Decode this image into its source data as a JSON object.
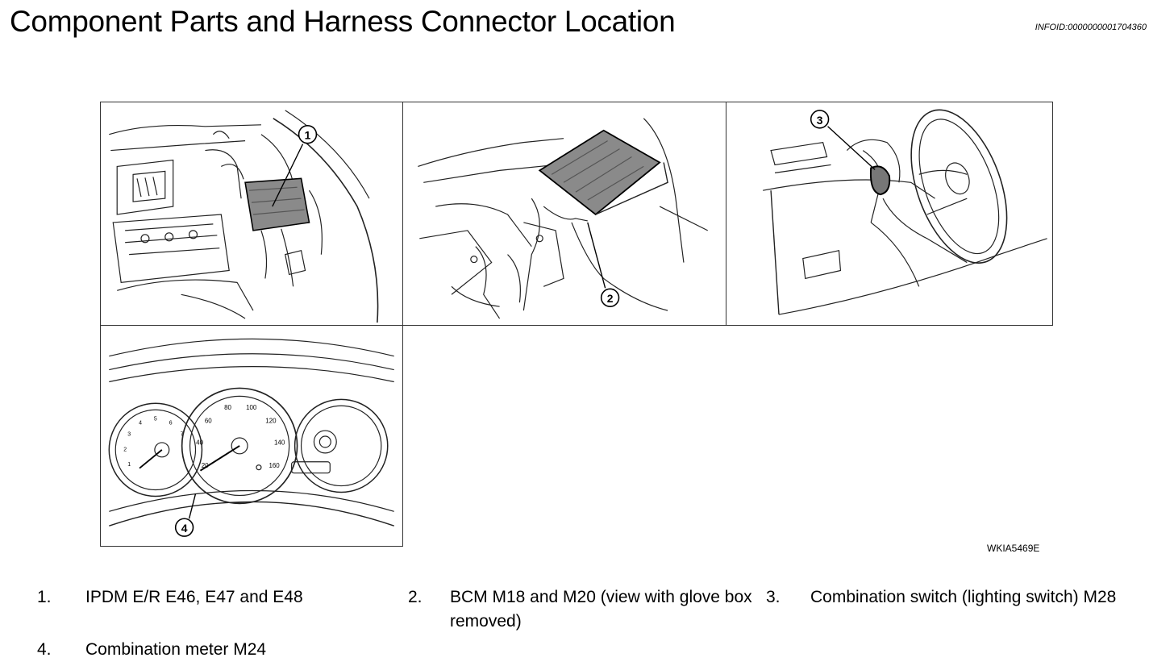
{
  "header": {
    "title": "Component Parts and Harness Connector Location",
    "info_id": "INFOID:0000000001704360"
  },
  "figure": {
    "code": "WKIA5469E",
    "callouts": [
      "1",
      "2",
      "3",
      "4"
    ]
  },
  "legend": [
    {
      "num": "1.",
      "text": "IPDM E/R E46, E47 and E48"
    },
    {
      "num": "2.",
      "text": "BCM M18 and M20 (view with glove box removed)"
    },
    {
      "num": "3.",
      "text": "Combination switch (lighting switch) M28"
    },
    {
      "num": "4.",
      "text": "Combination meter M24"
    }
  ],
  "gauges": {
    "tach_ticks": [
      "1",
      "2",
      "3",
      "4",
      "5",
      "6",
      "7"
    ],
    "speed_ticks": [
      "20",
      "40",
      "60",
      "80",
      "100",
      "120",
      "140",
      "160"
    ]
  }
}
